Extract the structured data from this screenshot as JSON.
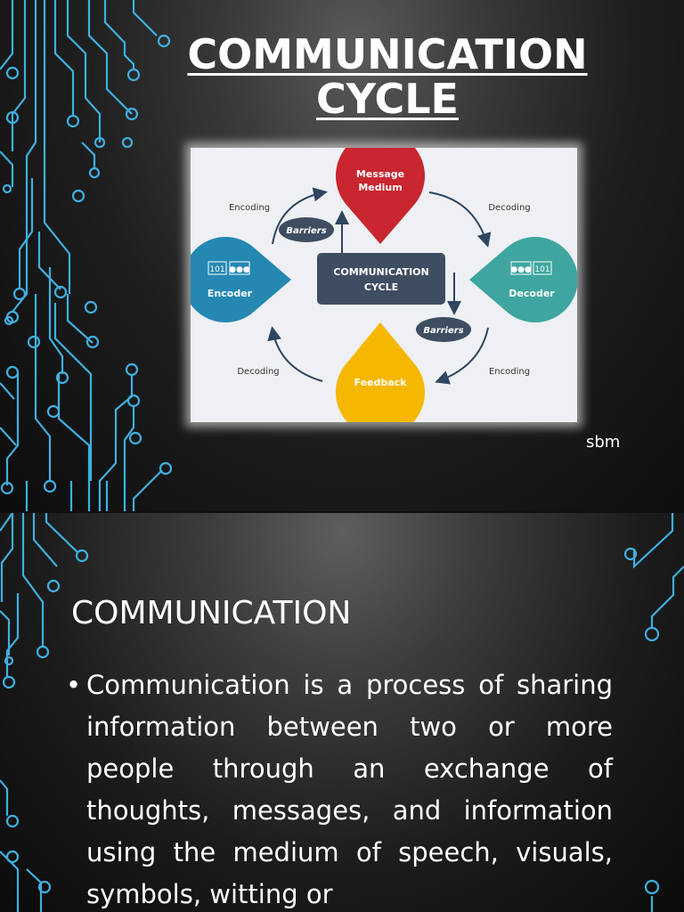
{
  "slide1": {
    "title_line1": "COMMUNICATION",
    "title_line2": "CYCLE",
    "credit": "sbm",
    "diagram": {
      "center_line1": "COMMUNICATION",
      "center_line2": "CYCLE",
      "message_line1": "Message",
      "message_line2": "Medium",
      "encoder": "Encoder",
      "decoder": "Decoder",
      "feedback": "Feedback",
      "barriers_top": "Barriers",
      "barriers_bottom": "Barriers",
      "encoding_top": "Encoding",
      "decoding_top": "Decoding",
      "decoding_bottom": "Decoding",
      "encoding_bottom": "Encoding",
      "binary_left": "101",
      "binary_right": "101",
      "colors": {
        "message": "#c9262f",
        "encoder": "#2488b3",
        "decoder": "#3fa5a0",
        "feedback": "#f5b700",
        "center": "#3e4d61",
        "barriers": "#3e4d61",
        "arrows": "#2f4560"
      }
    }
  },
  "slide2": {
    "heading": "COMMUNICATION",
    "bullet_symbol": "•",
    "bullet_text": "Communication is a process of sharing information between two or more people through an exchange of thoughts, messages, and information using the medium of speech, visuals, symbols, witting or"
  },
  "theme": {
    "circuit_color": "#3fb0e0"
  }
}
